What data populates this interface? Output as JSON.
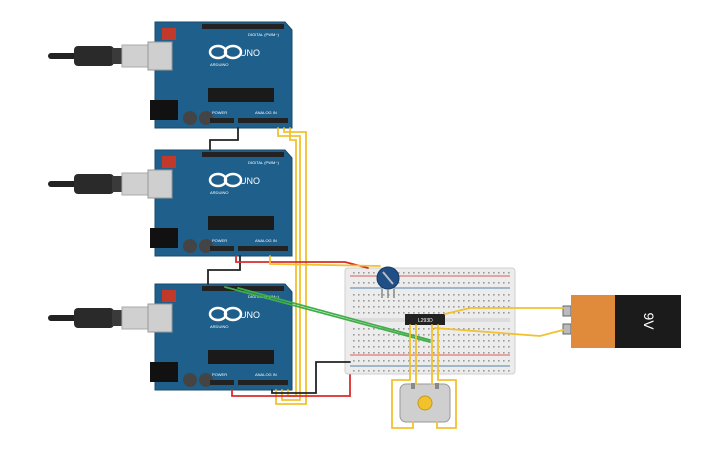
{
  "boards": [
    {
      "brand": "ARDUINO",
      "model": "UNO",
      "digital_label": "DIGITAL (PWM~)",
      "power_label": "POWER",
      "analog_label": "ANALOG IN"
    },
    {
      "brand": "ARDUINO",
      "model": "UNO",
      "digital_label": "DIGITAL (PWM~)",
      "power_label": "POWER",
      "analog_label": "ANALOG IN"
    },
    {
      "brand": "ARDUINO",
      "model": "UNO",
      "digital_label": "DIGITAL (PWM~)",
      "power_label": "POWER",
      "analog_label": "ANALOG IN"
    }
  ],
  "chip": {
    "label": "L293D"
  },
  "battery": {
    "label": "9V"
  },
  "colors": {
    "board": "#1f5f8b",
    "wire_yellow": "#f2c12e",
    "wire_red": "#d92b2b",
    "wire_black": "#222222",
    "wire_green": "#3fae49",
    "battery_orange": "#e08a3c",
    "battery_black": "#1b1b1b",
    "breadboard": "#ececec"
  },
  "icons": [
    "usb-cable-icon",
    "potentiometer-icon",
    "dc-motor-icon",
    "battery-icon"
  ]
}
